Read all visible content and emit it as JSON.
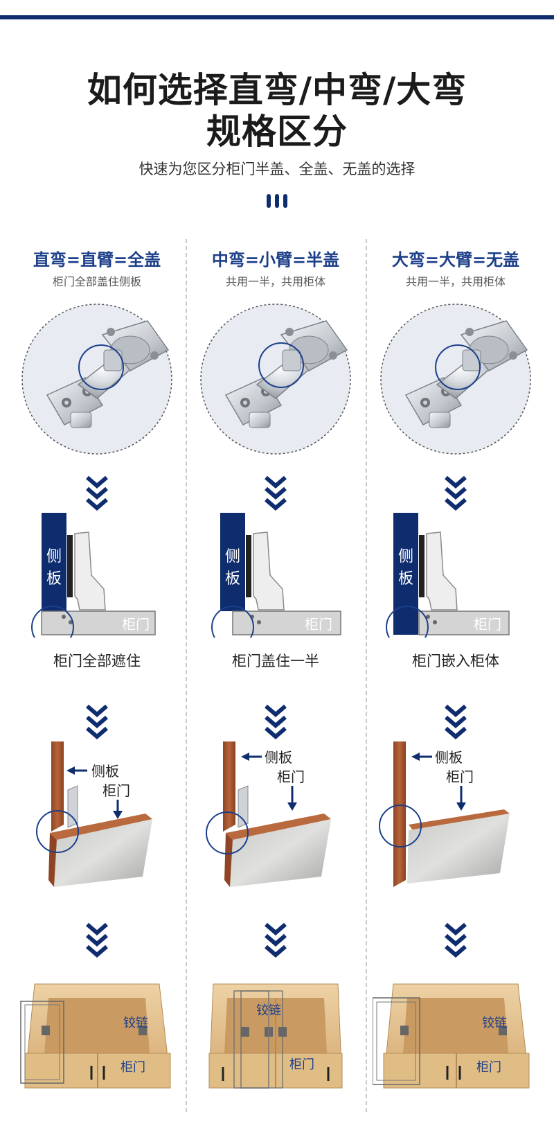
{
  "header": {
    "title_line1": "如何选择直弯/中弯/大弯",
    "title_line2": "规格区分",
    "subtitle": "快速为您区分柜门半盖、全盖、无盖的选择"
  },
  "colors": {
    "accent": "#1c3f8a",
    "navy": "#0f2d6e",
    "wood": "#a0522d",
    "plywood": "#e3c08e"
  },
  "columns": [
    {
      "title": "直弯=直臂=全盖",
      "subtitle": "柜门全部盖住侧板",
      "diagram_caption": "柜门全部遮住",
      "side_panel": "侧板",
      "side_panel_char1": "侧",
      "side_panel_char2": "板",
      "door_label": "柜门",
      "hinge_label": "铰链"
    },
    {
      "title": "中弯=小臂=半盖",
      "subtitle": "共用一半，共用柜体",
      "diagram_caption": "柜门盖住一半",
      "side_panel": "侧板",
      "side_panel_char1": "侧",
      "side_panel_char2": "板",
      "door_label": "柜门",
      "hinge_label": "铰链"
    },
    {
      "title": "大弯=大臂=无盖",
      "subtitle": "共用一半，共用柜体",
      "diagram_caption": "柜门嵌入柜体",
      "side_panel": "侧板",
      "side_panel_char1": "侧",
      "side_panel_char2": "板",
      "door_label": "柜门",
      "hinge_label": "铰链"
    }
  ],
  "icons": {
    "down_chevron": "triple-chevron-down-icon",
    "arrow_left": "arrow-left-icon",
    "arrow_down": "arrow-down-icon",
    "highlight": "circle-highlight-icon"
  }
}
